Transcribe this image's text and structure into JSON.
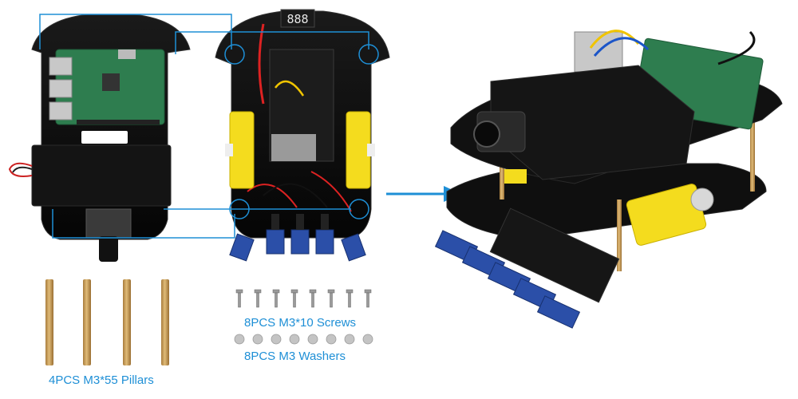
{
  "captions": {
    "pillars": "4PCS M3*55 Pillars",
    "screws": "8PCS M3*10 Screws",
    "washers": "8PCS M3 Washers"
  },
  "display": {
    "digits": "888"
  },
  "colors": {
    "accent_blue": "#1e8fd6",
    "acrylic_black": "#0d0d0d",
    "pcb_green": "#2e7d4f",
    "motor_yellow": "#f4dc1e",
    "sensor_blue": "#2b4fa8",
    "brass": "#c9a058"
  },
  "icons": {
    "arrow": "arrow-right-icon",
    "hole_marker": "circle-highlight-icon"
  }
}
